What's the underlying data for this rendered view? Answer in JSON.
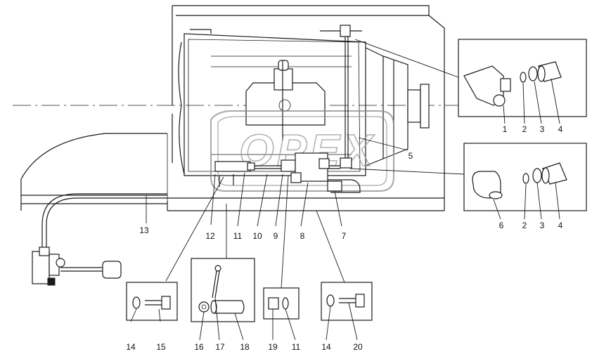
{
  "diagram": {
    "watermark_text": "OPEX",
    "callouts": {
      "c1": "1",
      "c2a": "2",
      "c3a": "3",
      "c4a": "4",
      "c5": "5",
      "c6": "6",
      "c2b": "2",
      "c3b": "3",
      "c4b": "4",
      "c7": "7",
      "c8": "8",
      "c9": "9",
      "c10": "10",
      "c11a": "11",
      "c12": "12",
      "c13": "13",
      "c14a": "14",
      "c15": "15",
      "c16": "16",
      "c17": "17",
      "c18": "18",
      "c19": "19",
      "c11b": "11",
      "c14b": "14",
      "c20": "20"
    }
  }
}
